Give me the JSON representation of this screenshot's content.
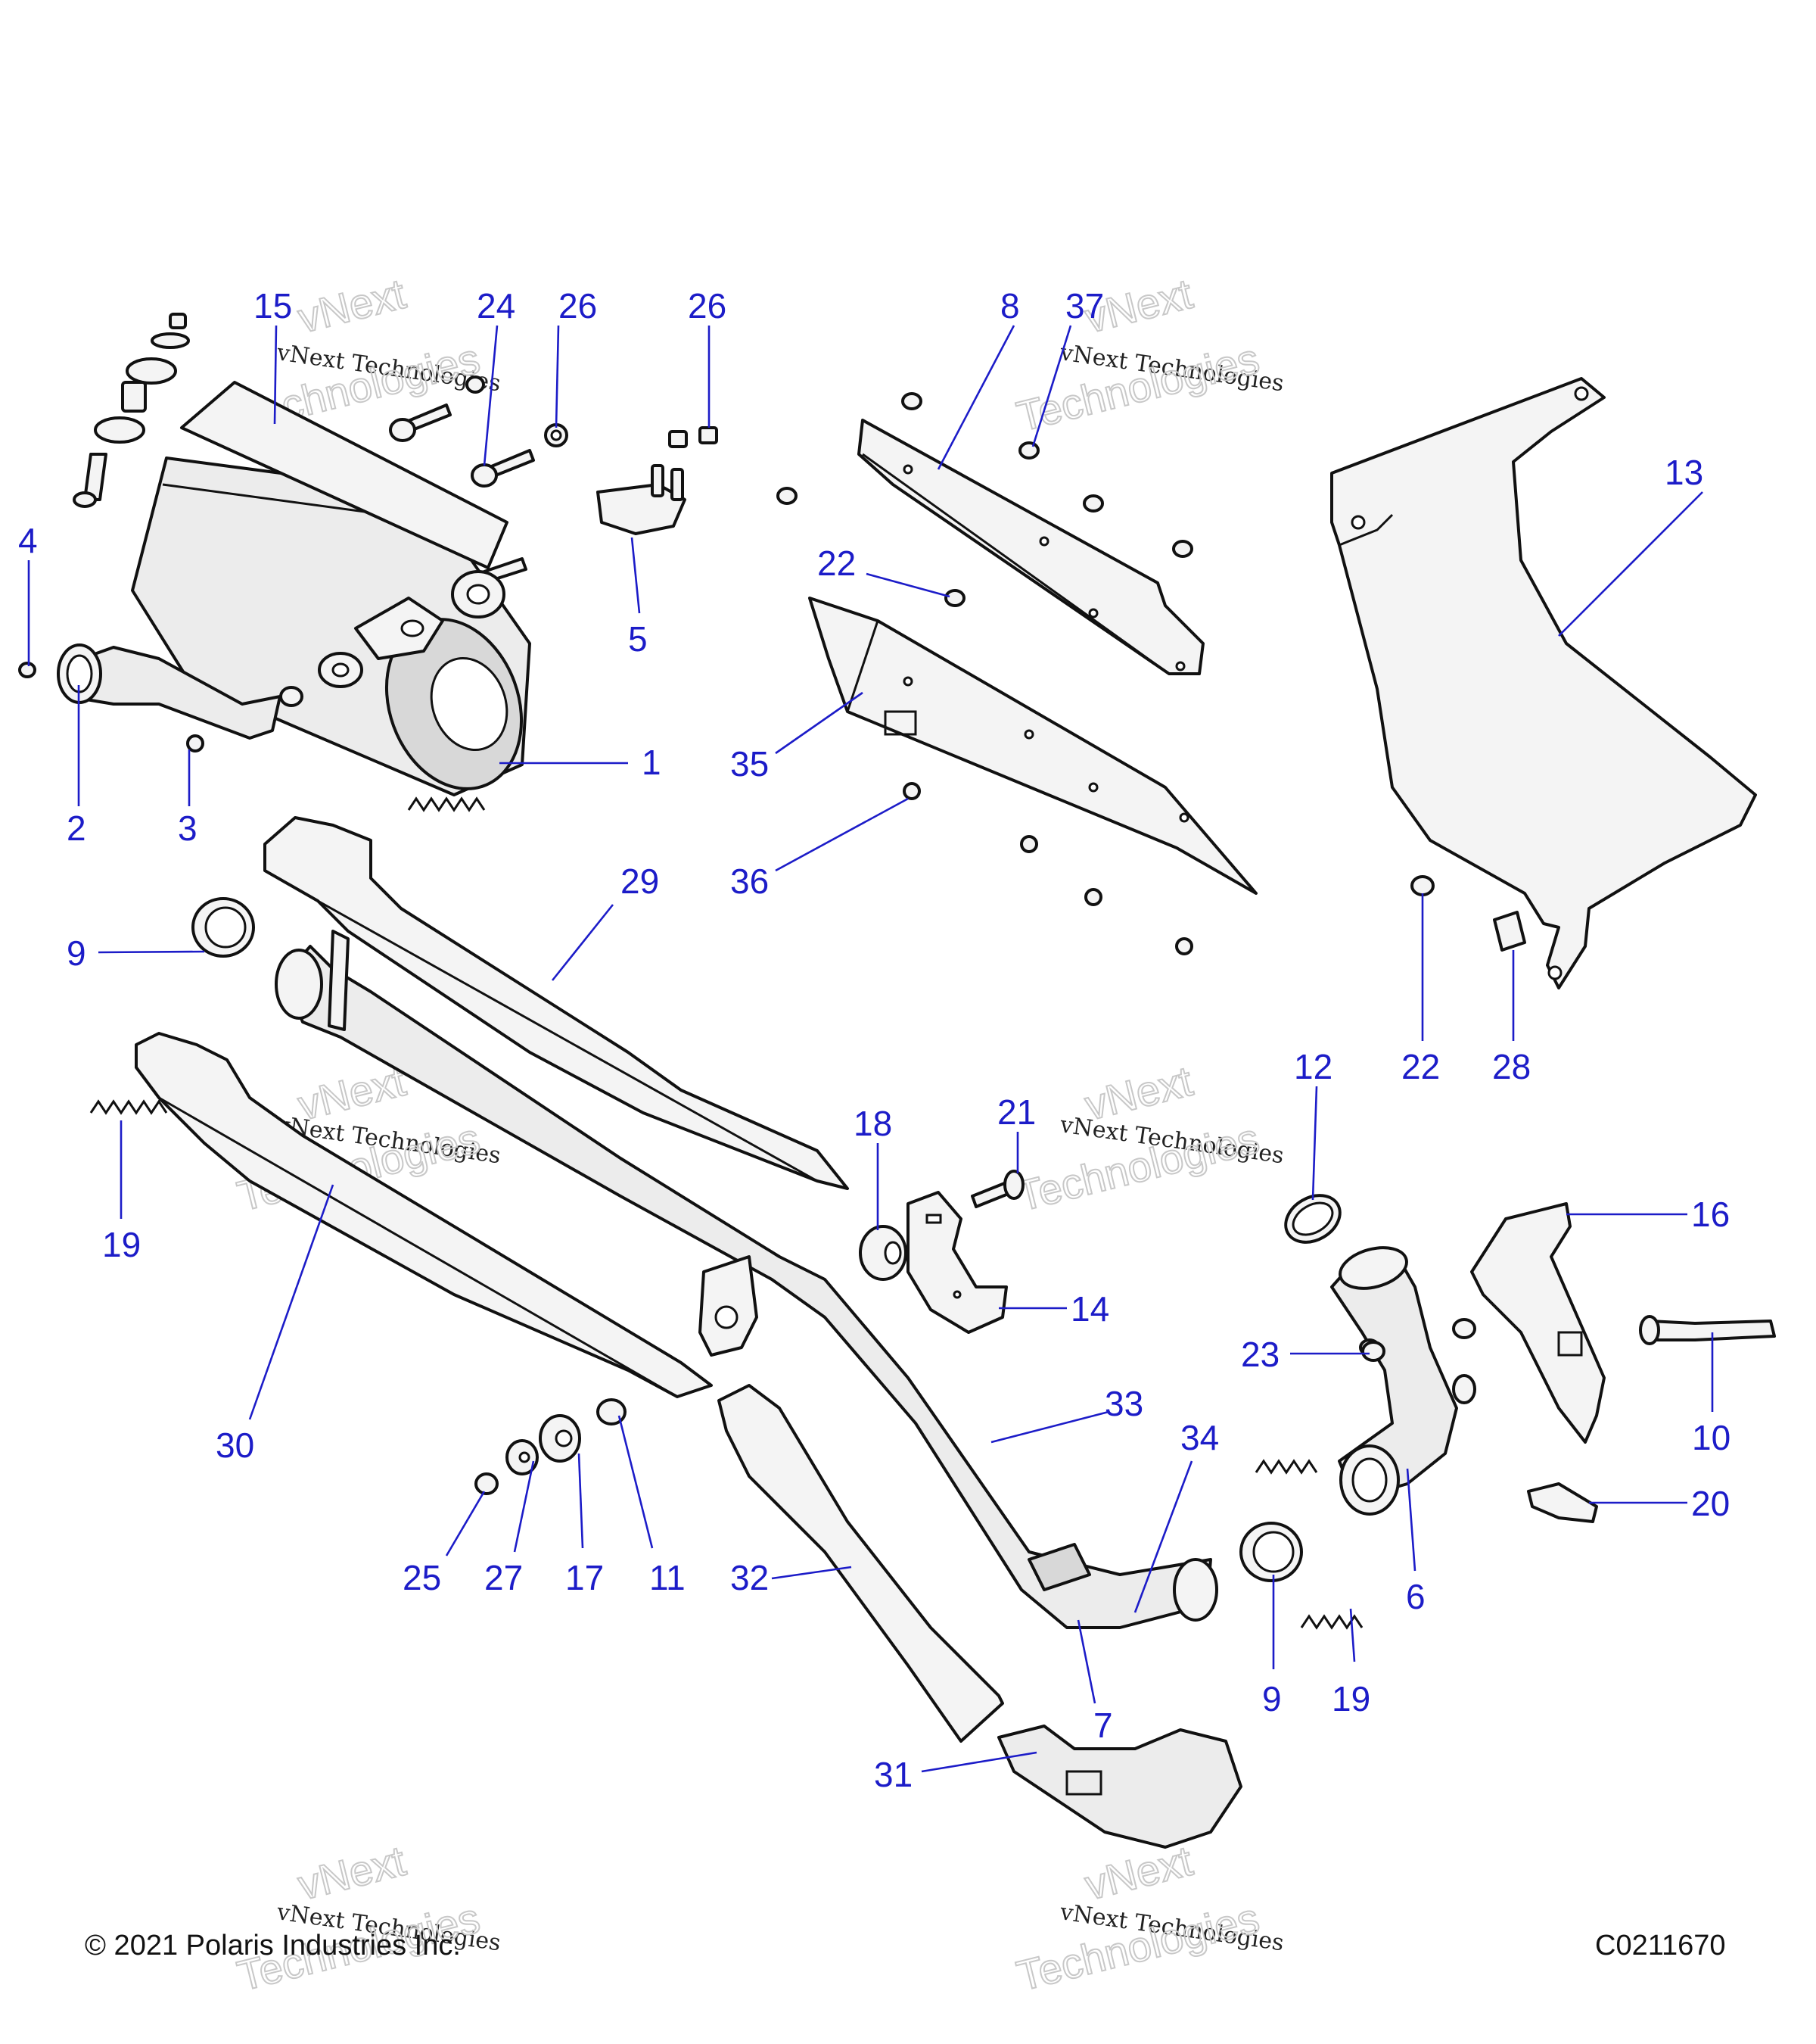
{
  "diagram": {
    "copyright": "© 2021 Polaris Industries Inc.",
    "figure_code": "C0211670",
    "watermark_line1": "vNext Technologies",
    "watermark_line2": "vNext",
    "watermark_line3": "Technologies"
  },
  "callouts": {
    "c1": "1",
    "c2": "2",
    "c3": "3",
    "c4": "4",
    "c5": "5",
    "c6": "6",
    "c7": "7",
    "c8": "8",
    "c9a": "9",
    "c9b": "9",
    "c10": "10",
    "c11": "11",
    "c12": "12",
    "c13": "13",
    "c14": "14",
    "c15": "15",
    "c16": "16",
    "c17": "17",
    "c18": "18",
    "c19a": "19",
    "c19b": "19",
    "c20": "20",
    "c21": "21",
    "c22a": "22",
    "c22b": "22",
    "c23": "23",
    "c24": "24",
    "c25": "25",
    "c26a": "26",
    "c26b": "26",
    "c27": "27",
    "c28": "28",
    "c29": "29",
    "c30": "30",
    "c31": "31",
    "c32": "32",
    "c33": "33",
    "c34": "34",
    "c35": "35",
    "c36": "36",
    "c37": "37"
  }
}
